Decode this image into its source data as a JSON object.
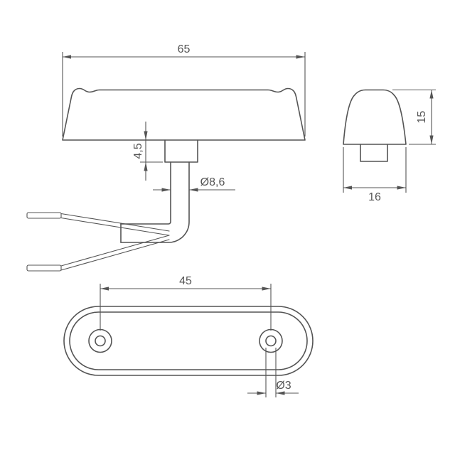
{
  "drawing": {
    "type": "technical-drawing",
    "background": "#ffffff",
    "line_color": "#545454",
    "views": {
      "front": {
        "label": "front-view",
        "overall_width": "65",
        "stem_height": "4,5",
        "tube_diameter": "Ø8,6"
      },
      "side": {
        "label": "side-view",
        "height": "15",
        "width": "16"
      },
      "base": {
        "label": "base-plan-view",
        "hole_spacing": "45",
        "hole_diameter": "Ø3"
      }
    }
  }
}
